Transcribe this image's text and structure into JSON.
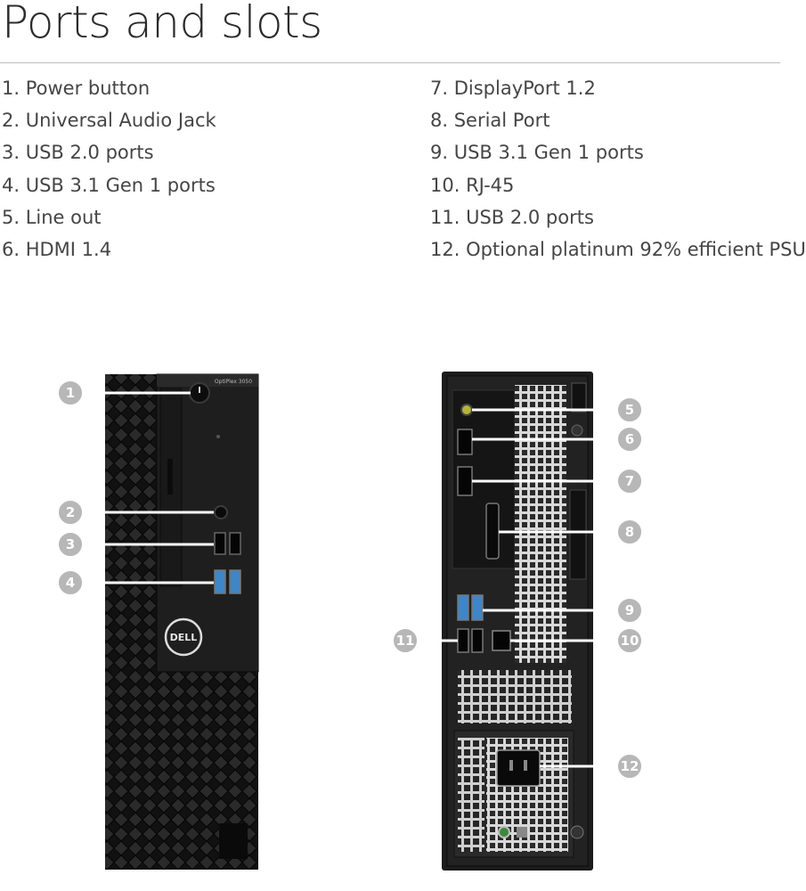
{
  "heading": "Ports and slots",
  "ports_left": [
    "1. Power button",
    "2. Universal Audio Jack",
    "3. USB 2.0 ports",
    "4. USB 3.1 Gen 1 ports",
    "5. Line out",
    "6. HDMI 1.4"
  ],
  "ports_right": [
    "7. DisplayPort 1.2",
    "8. Serial Port",
    "9. USB 3.1 Gen 1 ports",
    "10. RJ-45",
    "11. USB 2.0 ports",
    "12. Optional platinum 92% efficient PSU"
  ],
  "front_view": {
    "model_label": "OptiPlex 3050",
    "logo_text": "DELL",
    "callouts": [
      "1",
      "2",
      "3",
      "4"
    ]
  },
  "rear_view": {
    "callouts": [
      "5",
      "6",
      "7",
      "8",
      "9",
      "10",
      "11",
      "12"
    ]
  },
  "colors": {
    "chassis": "#1c1c1c",
    "callout_fill": "#b7b7b7",
    "usb3_blue": "#3f86c8"
  }
}
